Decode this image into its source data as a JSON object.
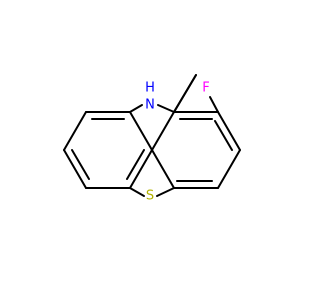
{
  "molecule": {
    "atoms": {
      "nitrogen": {
        "symbol": "N",
        "color": "#0000ff"
      },
      "hydrogen": {
        "symbol": "H",
        "color": "#0000ff"
      },
      "sulfur": {
        "symbol": "S",
        "color": "#b2b200"
      },
      "fluorine": {
        "symbol": "F",
        "color": "#ff00ff"
      }
    },
    "bond_color": "#000000",
    "background": "#ffffff"
  }
}
